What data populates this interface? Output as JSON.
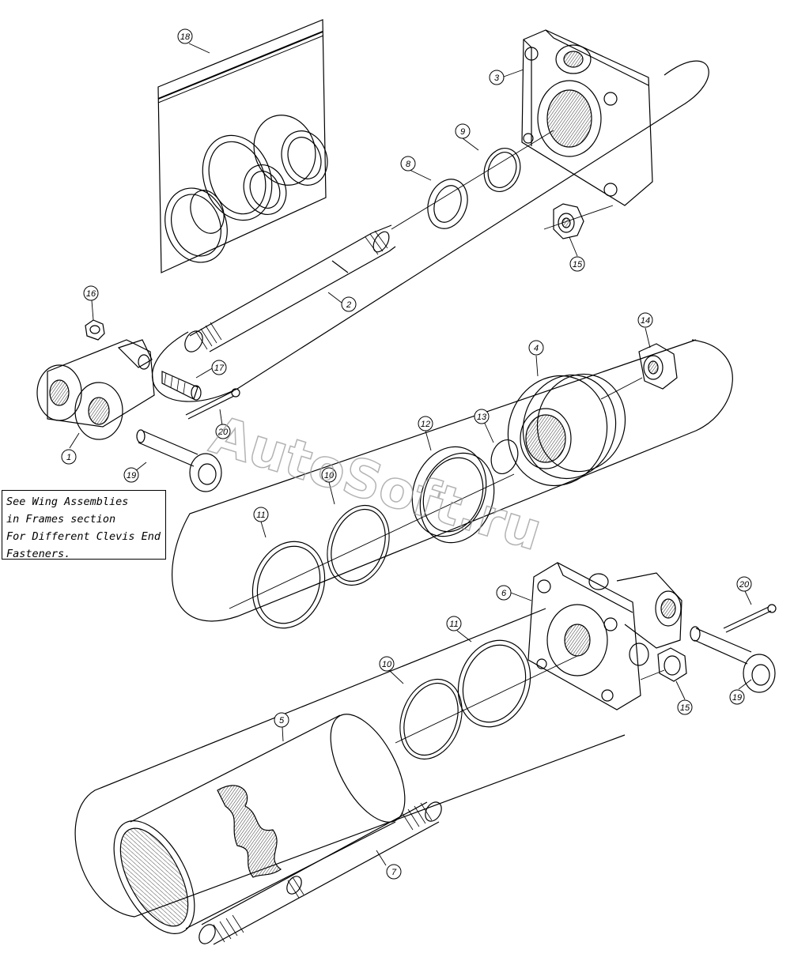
{
  "callouts": {
    "c1": "1",
    "c2": "2",
    "c3": "3",
    "c4": "4",
    "c5": "5",
    "c6": "6",
    "c7": "7",
    "c8": "8",
    "c9": "9",
    "c10a": "10",
    "c10b": "10",
    "c11a": "11",
    "c11b": "11",
    "c12": "12",
    "c13": "13",
    "c14": "14",
    "c15a": "15",
    "c15b": "15",
    "c16": "16",
    "c17": "17",
    "c18": "18",
    "c19a": "19",
    "c19b": "19",
    "c20a": "20",
    "c20b": "20"
  },
  "note": {
    "line1": "See Wing Assemblies",
    "line2": "in Frames section",
    "line3": "For Different Clevis End",
    "line4": "Fasteners."
  },
  "watermark": "AutoSoft.ru"
}
